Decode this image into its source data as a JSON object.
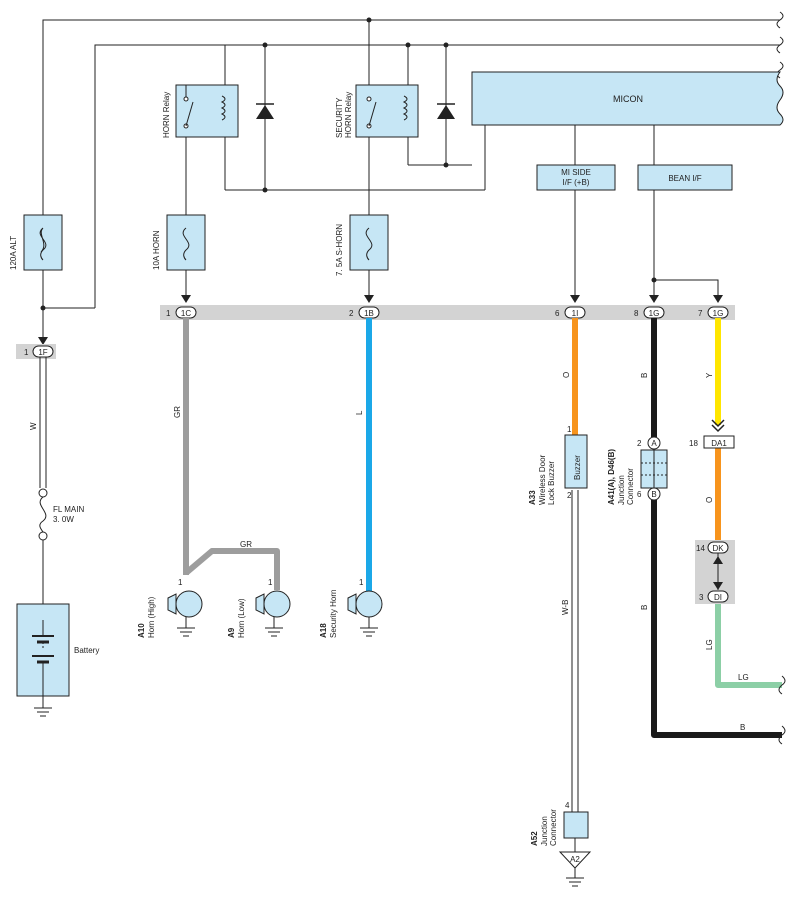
{
  "colors": {
    "box_fill": "#c6e6f5",
    "connector_bar": "#d3d3d3",
    "wire_orange": "#f7941d",
    "wire_yellow": "#ffe600",
    "wire_blue": "#1ba8e8",
    "wire_gray": "#9d9d9d",
    "wire_black": "#1a1a1a",
    "wire_green": "#8ccfa6"
  },
  "relays": {
    "horn": "HORN Relay",
    "security_line1": "SECURITY",
    "security_line2": "HORN Relay"
  },
  "micon": {
    "label": "MICON",
    "mi_side_line1": "MI SIDE",
    "mi_side_line2": "I/F (+B)",
    "bean_if": "BEAN I/F"
  },
  "fuses": {
    "alt": "120A ALT",
    "horn": "10A HORN",
    "s_horn": "7. 5A S-HORN",
    "fl_main_line1": "FL MAIN",
    "fl_main_line2": "3. 0W"
  },
  "connectors": {
    "c1F": {
      "pin": "1",
      "name": "1F"
    },
    "c1C": {
      "pin": "1",
      "name": "1C"
    },
    "c1B": {
      "pin": "2",
      "name": "1B"
    },
    "c1I": {
      "pin": "6",
      "name": "1I"
    },
    "c1G_8": {
      "pin": "8",
      "name": "1G"
    },
    "c1G_7": {
      "pin": "7",
      "name": "1G"
    },
    "da1": {
      "pin": "18",
      "name": "DA1"
    },
    "dk": {
      "pin": "14",
      "name": "DK"
    },
    "di": {
      "pin": "3",
      "name": "DI"
    }
  },
  "wires": {
    "w": "W",
    "gr": "GR",
    "gr_cross": "GR",
    "l": "L",
    "o": "O",
    "b": "B",
    "y": "Y",
    "o2": "O",
    "b2": "B",
    "lg": "LG",
    "lg_out": "LG",
    "b_out": "B",
    "wb": "W-B"
  },
  "components": {
    "battery": "Battery",
    "a10_code": "A10",
    "a10_name": "Horn (High)",
    "a10_pin": "1",
    "a9_code": "A9",
    "a9_name": "Horn (Low)",
    "a9_pin": "1",
    "a18_code": "A18",
    "a18_name": "Security Horn",
    "a18_pin": "1",
    "a33_code": "A33",
    "a33_name1": "Wireless Door",
    "a33_name2": "Lock Buzzer",
    "a33_box": "Buzzer",
    "a33_pin_top": "1",
    "a33_pin_bottom": "2",
    "a41_code": "A41(A), D46(B)",
    "a41_name1": "Junction",
    "a41_name2": "Connector",
    "a41_pin_a_num": "2",
    "a41_pin_a": "A",
    "a41_pin_b_num": "6",
    "a41_pin_b": "B",
    "a52_code": "A52",
    "a52_name1": "Junction",
    "a52_name2": "Connector",
    "a52_pin": "4",
    "a52_ground": "A2"
  }
}
